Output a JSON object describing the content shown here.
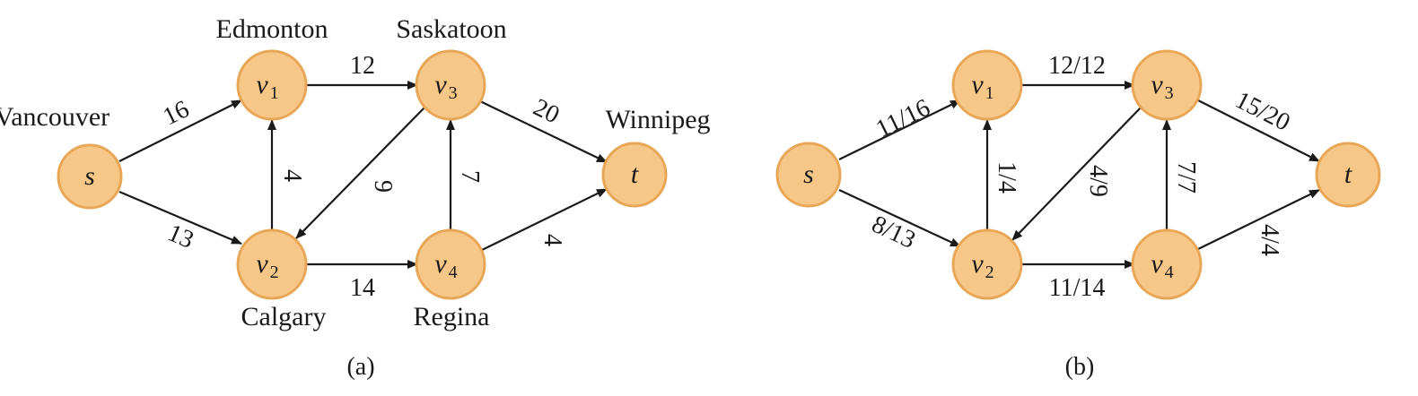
{
  "colors": {
    "node_fill": "#f7c788",
    "node_stroke": "#e8a657",
    "edge": "#1a1a1a",
    "text": "#1a1a1a"
  },
  "panels": [
    {
      "caption": "(a)",
      "places": {
        "s": "Vancouver",
        "v1": "Edmonton",
        "v2": "Calgary",
        "v3": "Saskatoon",
        "v4": "Regina",
        "t": "Winnipeg"
      },
      "nodes": [
        {
          "id": "s",
          "var": "s",
          "sub": ""
        },
        {
          "id": "v1",
          "var": "v",
          "sub": "1"
        },
        {
          "id": "v2",
          "var": "v",
          "sub": "2"
        },
        {
          "id": "v3",
          "var": "v",
          "sub": "3"
        },
        {
          "id": "v4",
          "var": "v",
          "sub": "4"
        },
        {
          "id": "t",
          "var": "t",
          "sub": ""
        }
      ],
      "edges": [
        {
          "from": "s",
          "to": "v1",
          "label": "16"
        },
        {
          "from": "s",
          "to": "v2",
          "label": "13"
        },
        {
          "from": "v1",
          "to": "v3",
          "label": "12"
        },
        {
          "from": "v2",
          "to": "v1",
          "label": "4"
        },
        {
          "from": "v3",
          "to": "v2",
          "label": "9"
        },
        {
          "from": "v2",
          "to": "v4",
          "label": "14"
        },
        {
          "from": "v4",
          "to": "v3",
          "label": "7"
        },
        {
          "from": "v3",
          "to": "t",
          "label": "20"
        },
        {
          "from": "v4",
          "to": "t",
          "label": "4"
        }
      ]
    },
    {
      "caption": "(b)",
      "nodes": [
        {
          "id": "s",
          "var": "s",
          "sub": ""
        },
        {
          "id": "v1",
          "var": "v",
          "sub": "1"
        },
        {
          "id": "v2",
          "var": "v",
          "sub": "2"
        },
        {
          "id": "v3",
          "var": "v",
          "sub": "3"
        },
        {
          "id": "v4",
          "var": "v",
          "sub": "4"
        },
        {
          "id": "t",
          "var": "t",
          "sub": ""
        }
      ],
      "edges": [
        {
          "from": "s",
          "to": "v1",
          "label": "11/16"
        },
        {
          "from": "s",
          "to": "v2",
          "label": "8/13"
        },
        {
          "from": "v1",
          "to": "v3",
          "label": "12/12"
        },
        {
          "from": "v2",
          "to": "v1",
          "label": "1/4"
        },
        {
          "from": "v3",
          "to": "v2",
          "label": "4/9"
        },
        {
          "from": "v2",
          "to": "v4",
          "label": "11/14"
        },
        {
          "from": "v4",
          "to": "v3",
          "label": "7/7"
        },
        {
          "from": "v3",
          "to": "t",
          "label": "15/20"
        },
        {
          "from": "v4",
          "to": "t",
          "label": "4/4"
        }
      ]
    }
  ]
}
